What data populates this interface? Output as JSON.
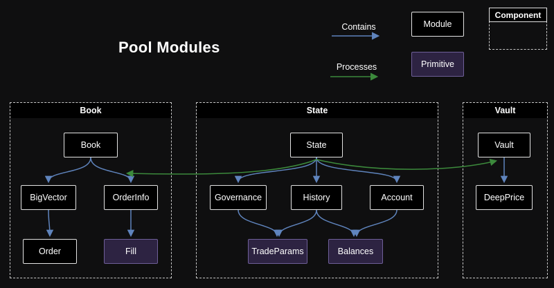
{
  "title": "Pool Modules",
  "legend": {
    "contains": "Contains",
    "processes": "Processes",
    "module": "Module",
    "primitive": "Primitive",
    "component": "Component"
  },
  "colors": {
    "background": "#0f0f10",
    "module_fill": "#000000",
    "module_border": "#e4e4e4",
    "primitive_fill": "#2d2342",
    "primitive_border": "#6f5f99",
    "contains_edge": "#5f84bd",
    "processes_edge": "#3c8a3c",
    "container_border": "#c9c9c9"
  },
  "containers": [
    {
      "label": "Book",
      "nodes": [
        {
          "label": "Book",
          "type": "module"
        },
        {
          "label": "BigVector",
          "type": "module"
        },
        {
          "label": "OrderInfo",
          "type": "module"
        },
        {
          "label": "Order",
          "type": "module"
        },
        {
          "label": "Fill",
          "type": "primitive"
        }
      ]
    },
    {
      "label": "State",
      "nodes": [
        {
          "label": "State",
          "type": "module"
        },
        {
          "label": "Governance",
          "type": "module"
        },
        {
          "label": "History",
          "type": "module"
        },
        {
          "label": "Account",
          "type": "module"
        },
        {
          "label": "TradeParams",
          "type": "primitive"
        },
        {
          "label": "Balances",
          "type": "primitive"
        }
      ]
    },
    {
      "label": "Vault",
      "nodes": [
        {
          "label": "Vault",
          "type": "module"
        },
        {
          "label": "DeepPrice",
          "type": "module"
        }
      ]
    }
  ],
  "edges": {
    "contains": [
      {
        "from": "Book",
        "to": "BigVector"
      },
      {
        "from": "Book",
        "to": "OrderInfo"
      },
      {
        "from": "BigVector",
        "to": "Order"
      },
      {
        "from": "OrderInfo",
        "to": "Fill"
      },
      {
        "from": "State",
        "to": "Governance"
      },
      {
        "from": "State",
        "to": "History"
      },
      {
        "from": "State",
        "to": "Account"
      },
      {
        "from": "Governance",
        "to": "TradeParams"
      },
      {
        "from": "History",
        "to": "TradeParams"
      },
      {
        "from": "History",
        "to": "Balances"
      },
      {
        "from": "Account",
        "to": "Balances"
      },
      {
        "from": "Vault",
        "to": "DeepPrice"
      }
    ],
    "processes": [
      {
        "from": "State",
        "to": "Book"
      },
      {
        "from": "State",
        "to": "Vault"
      }
    ]
  }
}
